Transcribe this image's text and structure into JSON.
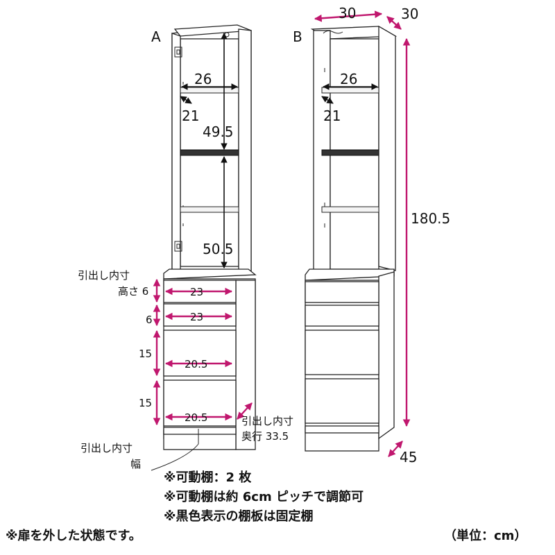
{
  "labels": {
    "cabinet_a": "A",
    "cabinet_b": "B"
  },
  "dimensions": {
    "shelf_width_a": "26",
    "shelf_depth_a": "21",
    "upper_height": "49.5",
    "lower_height": "50.5",
    "shelf_width_b": "26",
    "shelf_depth_b": "21",
    "top_width": "30",
    "top_depth": "30",
    "total_height": "180.5",
    "base_depth": "45",
    "drawer1_width": "23",
    "drawer2_width": "23",
    "drawer3_width": "20.5",
    "drawer4_width": "20.5",
    "drawer2_height": "6",
    "drawer3_height": "15",
    "drawer4_height": "15"
  },
  "callouts": {
    "drawer_inner_line1": "引出し内寸",
    "drawer_inner_height": "高さ 6",
    "drawer_inner_depth_line1": "引出し内寸",
    "drawer_inner_depth": "奥行 33.5",
    "drawer_inner_width_line1": "引出し内寸",
    "drawer_inner_width": "幅"
  },
  "notes": {
    "line1": "※可動棚：2 枚",
    "line2": "※可動棚は約 6cm ピッチで調節可",
    "line3": "※黒色表示の棚板は固定棚",
    "line4": "※扉を外した状態です。",
    "unit": "（単位：cm）"
  },
  "colors": {
    "arrow_magenta": "#c0176e",
    "line_black": "#111111"
  }
}
